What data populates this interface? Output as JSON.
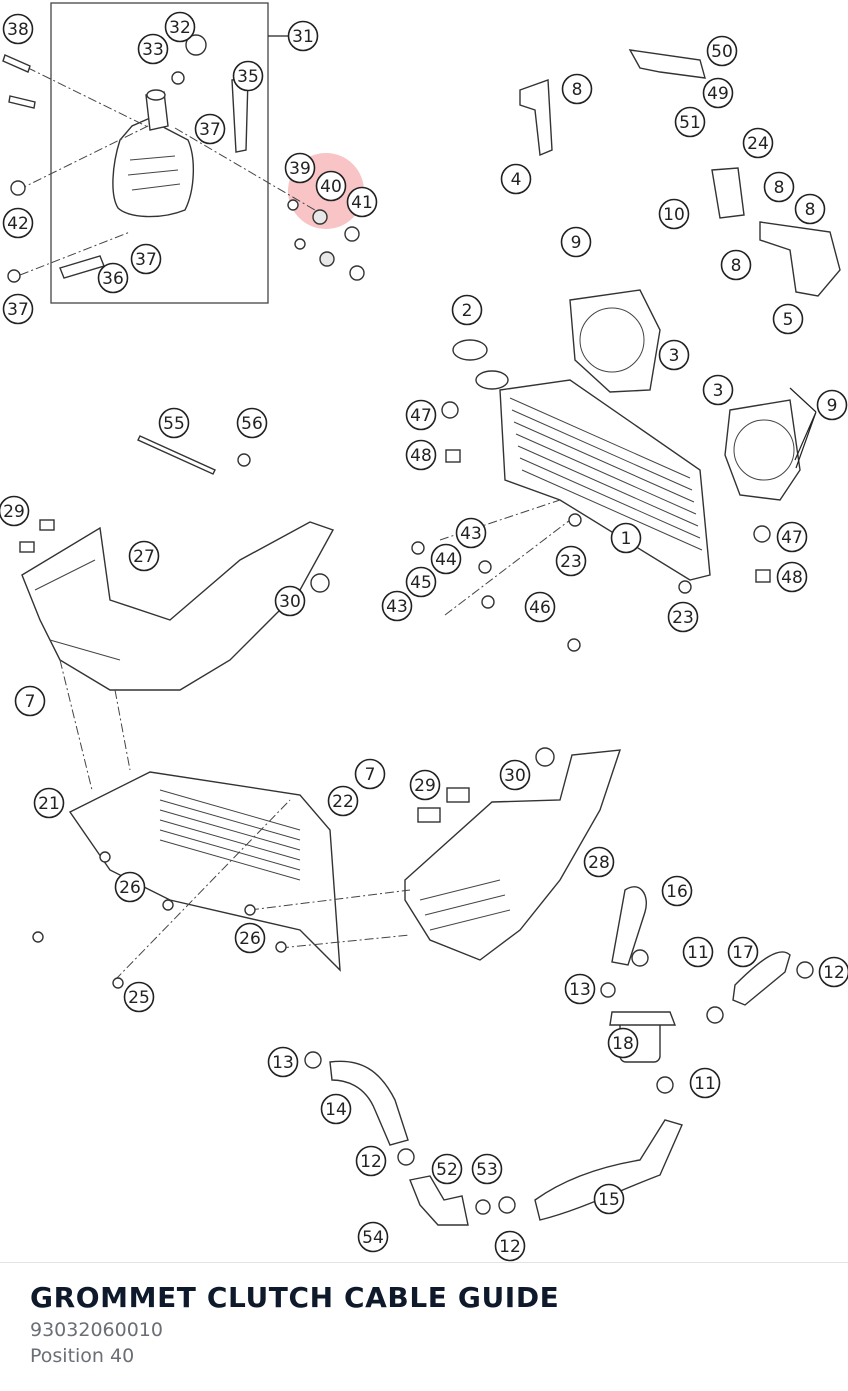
{
  "highlight_color": "#e8484a",
  "callouts": [
    "38",
    "33",
    "32",
    "31",
    "35",
    "37",
    "39",
    "40",
    "41",
    "42",
    "36",
    "37",
    "37",
    "8",
    "50",
    "49",
    "51",
    "4",
    "24",
    "8",
    "10",
    "8",
    "8",
    "5",
    "9",
    "2",
    "3",
    "3",
    "9",
    "55",
    "56",
    "47",
    "48",
    "29",
    "27",
    "30",
    "1",
    "43",
    "44",
    "45",
    "43",
    "23",
    "46",
    "47",
    "48",
    "23",
    "7",
    "21",
    "26",
    "26",
    "25",
    "22",
    "7",
    "29",
    "30",
    "28",
    "16",
    "11",
    "17",
    "12",
    "13",
    "18",
    "11",
    "13",
    "14",
    "12",
    "52",
    "53",
    "15",
    "54",
    "12"
  ],
  "detail": {
    "name": "GROMMET CLUTCH CABLE GUIDE",
    "part_number": "93032060010",
    "position": "Position 40"
  }
}
